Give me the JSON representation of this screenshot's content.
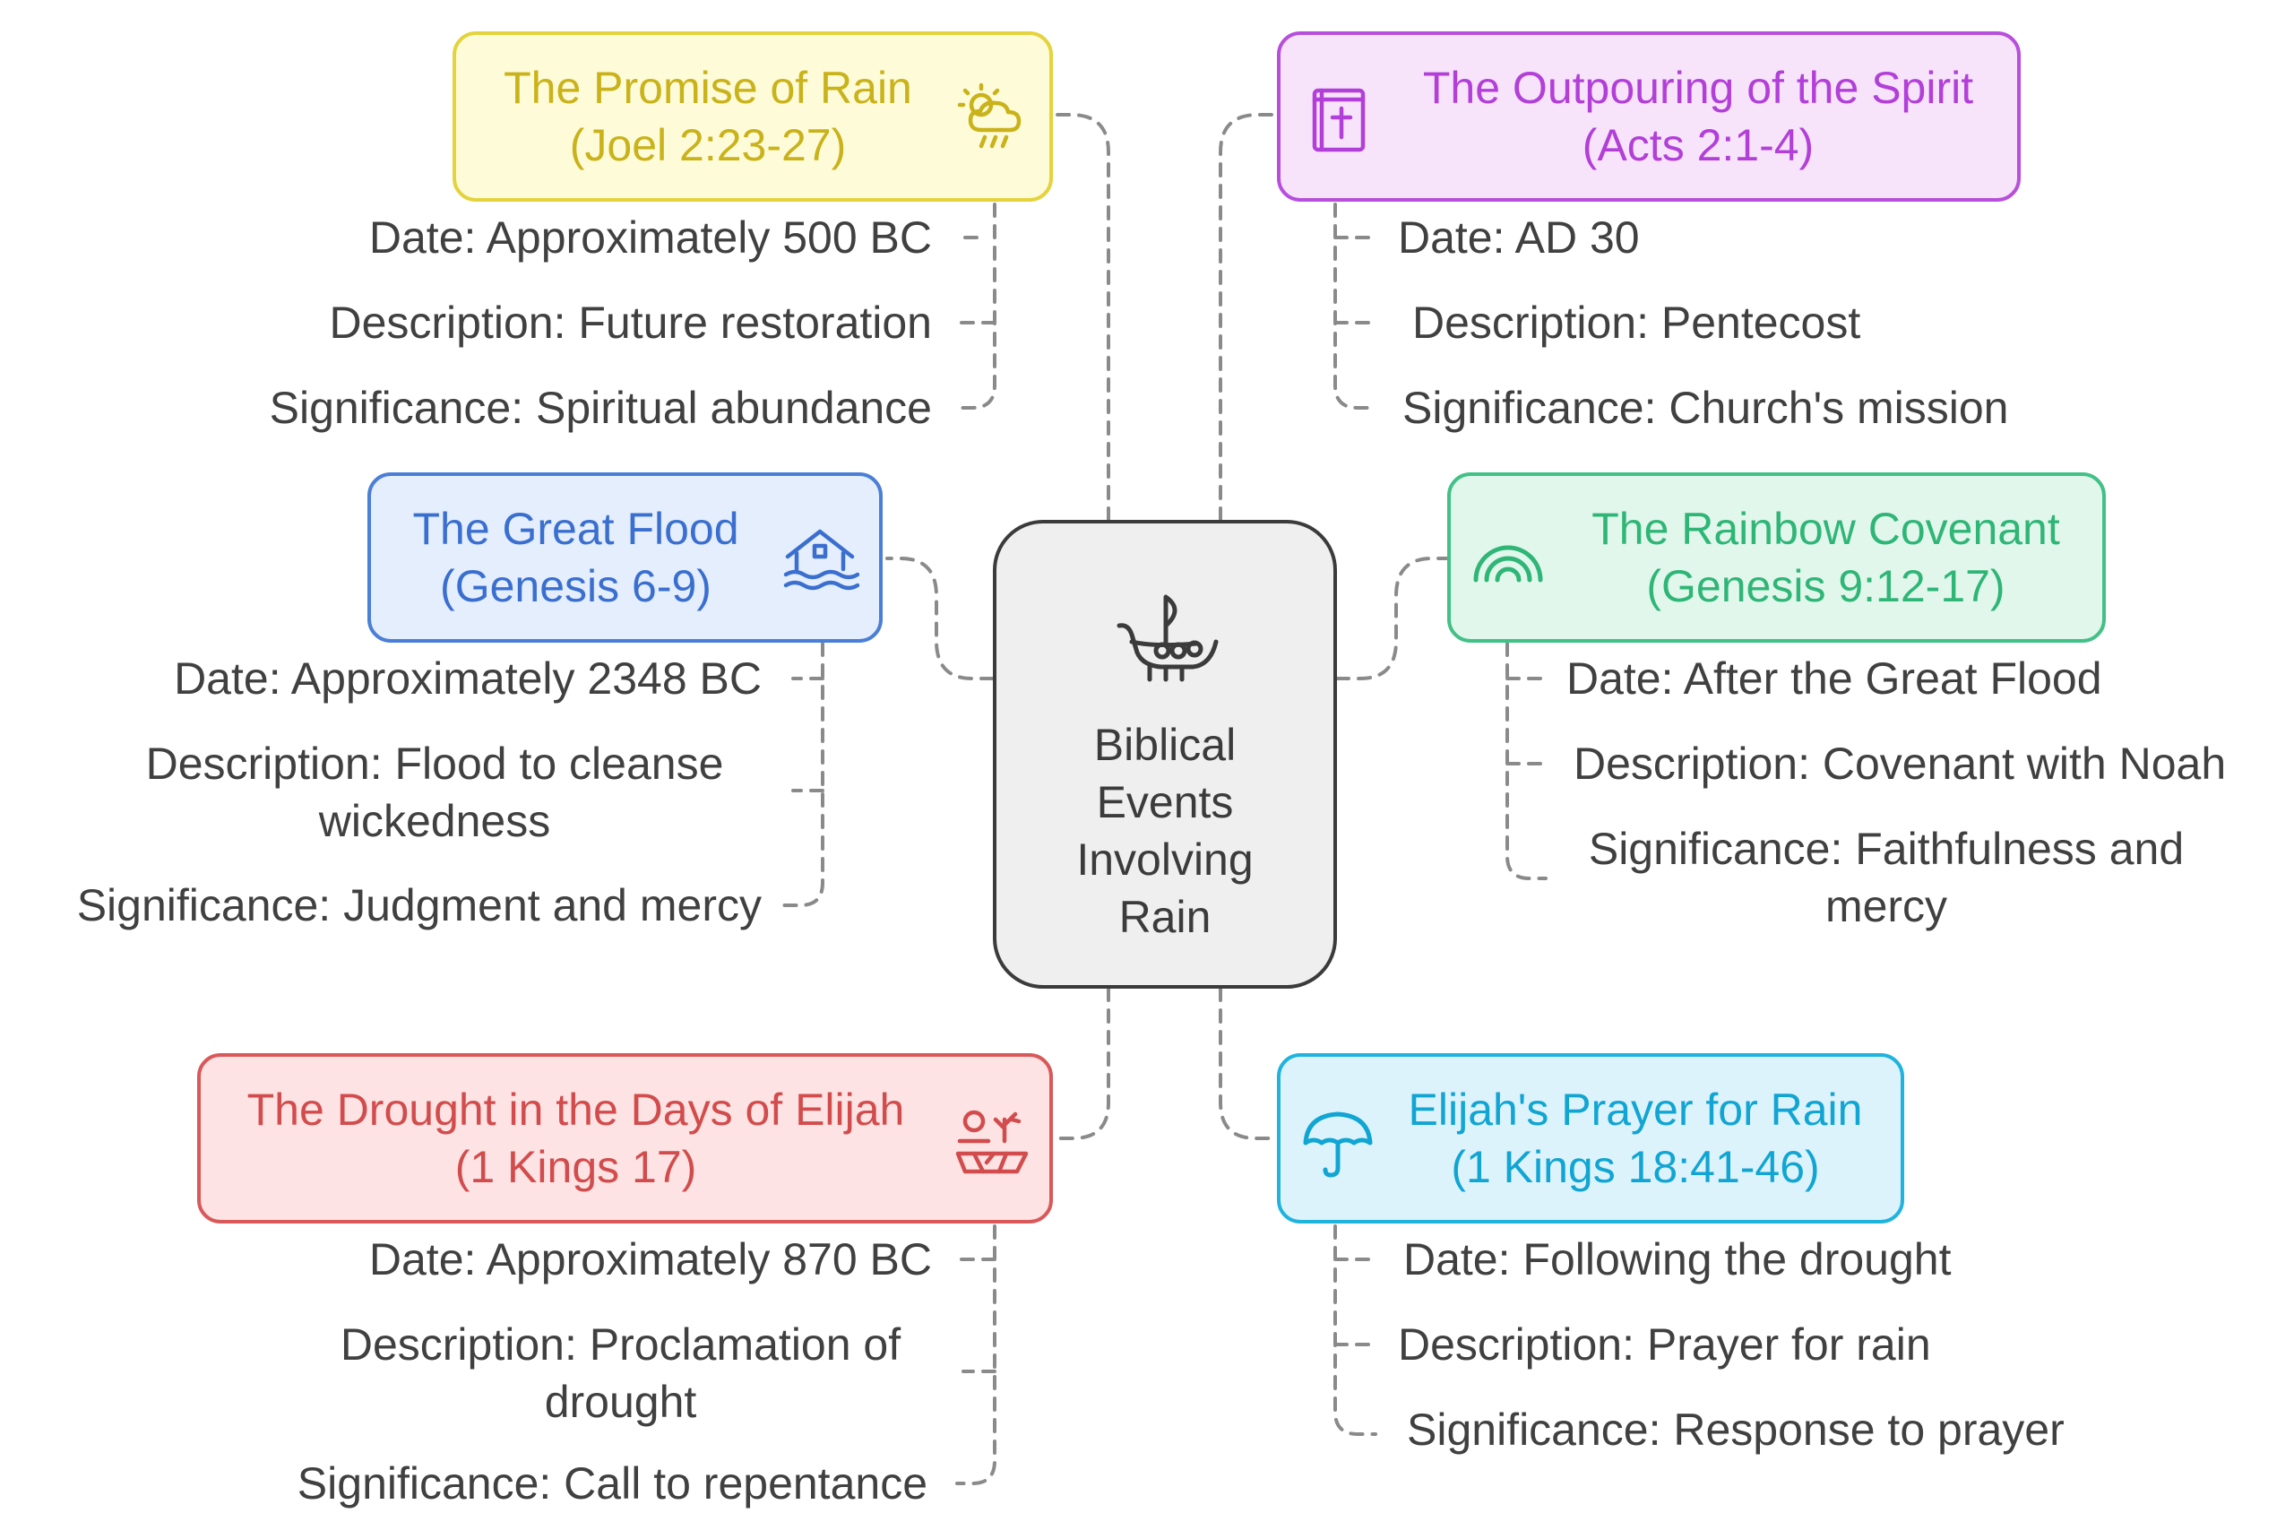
{
  "colors": {
    "yellow_border": "#e4d33c",
    "yellow_fill": "#fefbd8",
    "yellow_text": "#c9b21a",
    "purple_border": "#b84fdc",
    "purple_fill": "#f7e4fb",
    "purple_text": "#b23fd8",
    "blue_border": "#4a7fd7",
    "blue_fill": "#e4eefc",
    "blue_text": "#3a6fd0",
    "green_border": "#42c187",
    "green_fill": "#e2f7ec",
    "green_text": "#2fb677",
    "red_border": "#d9595a",
    "red_fill": "#fde3e3",
    "red_text": "#d24c4d",
    "cyan_border": "#1fb3de",
    "cyan_fill": "#ddf3fb",
    "cyan_text": "#11a5d3",
    "center_fill": "#efefef",
    "center_border": "#3b3b3b",
    "connector": "#8a8a8a",
    "text": "#404040"
  },
  "center": {
    "label": "Biblical\nEvents\nInvolving\nRain",
    "icon": "ship-icon"
  },
  "events": {
    "promise": {
      "title": "The Promise of Rain\n(Joel 2:23-27)",
      "icon": "sun-cloud-rain-icon",
      "date": "Date: Approximately 500 BC",
      "description": "Description: Future restoration",
      "significance": "Significance: Spiritual abundance"
    },
    "outpouring": {
      "title": "The Outpouring of the Spirit\n(Acts 2:1-4)",
      "icon": "bible-icon",
      "date": "Date: AD 30",
      "description": "Description: Pentecost",
      "significance": "Significance: Church's mission"
    },
    "flood": {
      "title": "The Great Flood\n(Genesis 6-9)",
      "icon": "flooded-house-icon",
      "date": "Date: Approximately 2348 BC",
      "description": "Description: Flood to cleanse wickedness",
      "significance": "Significance: Judgment and mercy"
    },
    "rainbow": {
      "title": "The Rainbow Covenant\n(Genesis 9:12-17)",
      "icon": "rainbow-icon",
      "date": "Date: After the Great Flood",
      "description": "Description: Covenant with Noah",
      "significance": "Significance: Faithfulness and mercy"
    },
    "drought": {
      "title": "The Drought in the Days of Elijah\n(1 Kings 17)",
      "icon": "drought-icon",
      "date": "Date: Approximately 870 BC",
      "description": "Description: Proclamation of drought",
      "significance": "Significance: Call to repentance"
    },
    "prayer": {
      "title": "Elijah's Prayer for Rain\n(1 Kings 18:41-46)",
      "icon": "umbrella-icon",
      "date": "Date: Following the drought",
      "description": "Description: Prayer for rain",
      "significance": "Significance: Response to prayer"
    }
  }
}
